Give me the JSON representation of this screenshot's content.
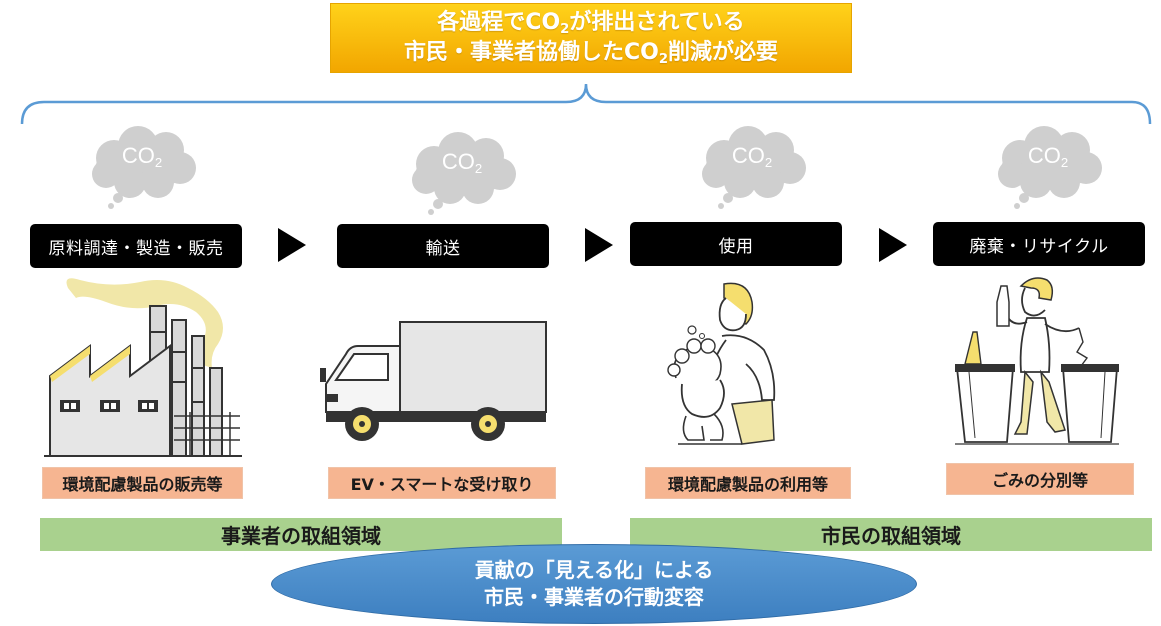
{
  "banner": {
    "line1": {
      "pre": "各過程でCO",
      "sub": "2",
      "post": "が排出されている"
    },
    "line2": {
      "pre": "市民・事業者協働したCO",
      "sub": "2",
      "post": "削減が必要"
    }
  },
  "cloud": {
    "text": "CO",
    "sub": "2"
  },
  "stages": [
    {
      "label": "原料調達・製造・販売",
      "caption": "環境配慮製品の販売等",
      "illustration": "factory-icon"
    },
    {
      "label": "輸送",
      "caption": "EV・スマートな受け取り",
      "illustration": "truck-icon"
    },
    {
      "label": "使用",
      "caption": "環境配慮製品の利用等",
      "illustration": "parent-bathing-child-icon"
    },
    {
      "label": "廃棄・リサイクル",
      "caption": "ごみの分別等",
      "illustration": "sorting-trash-icon"
    }
  ],
  "areas": {
    "business": "事業者の取組領域",
    "citizen": "市民の取組領域"
  },
  "ellipse": {
    "line1": "貢献の「見える化」による",
    "line2": "市民・事業者の行動変容"
  },
  "colors": {
    "banner": "#f7b500",
    "brace": "#5b9bd5",
    "cloud": "#cfcfcf",
    "caption": "#f6b591",
    "area": "#a9d18e",
    "ellipse": "#4a8ccc",
    "illustration_accent": "#f1e7a8"
  }
}
